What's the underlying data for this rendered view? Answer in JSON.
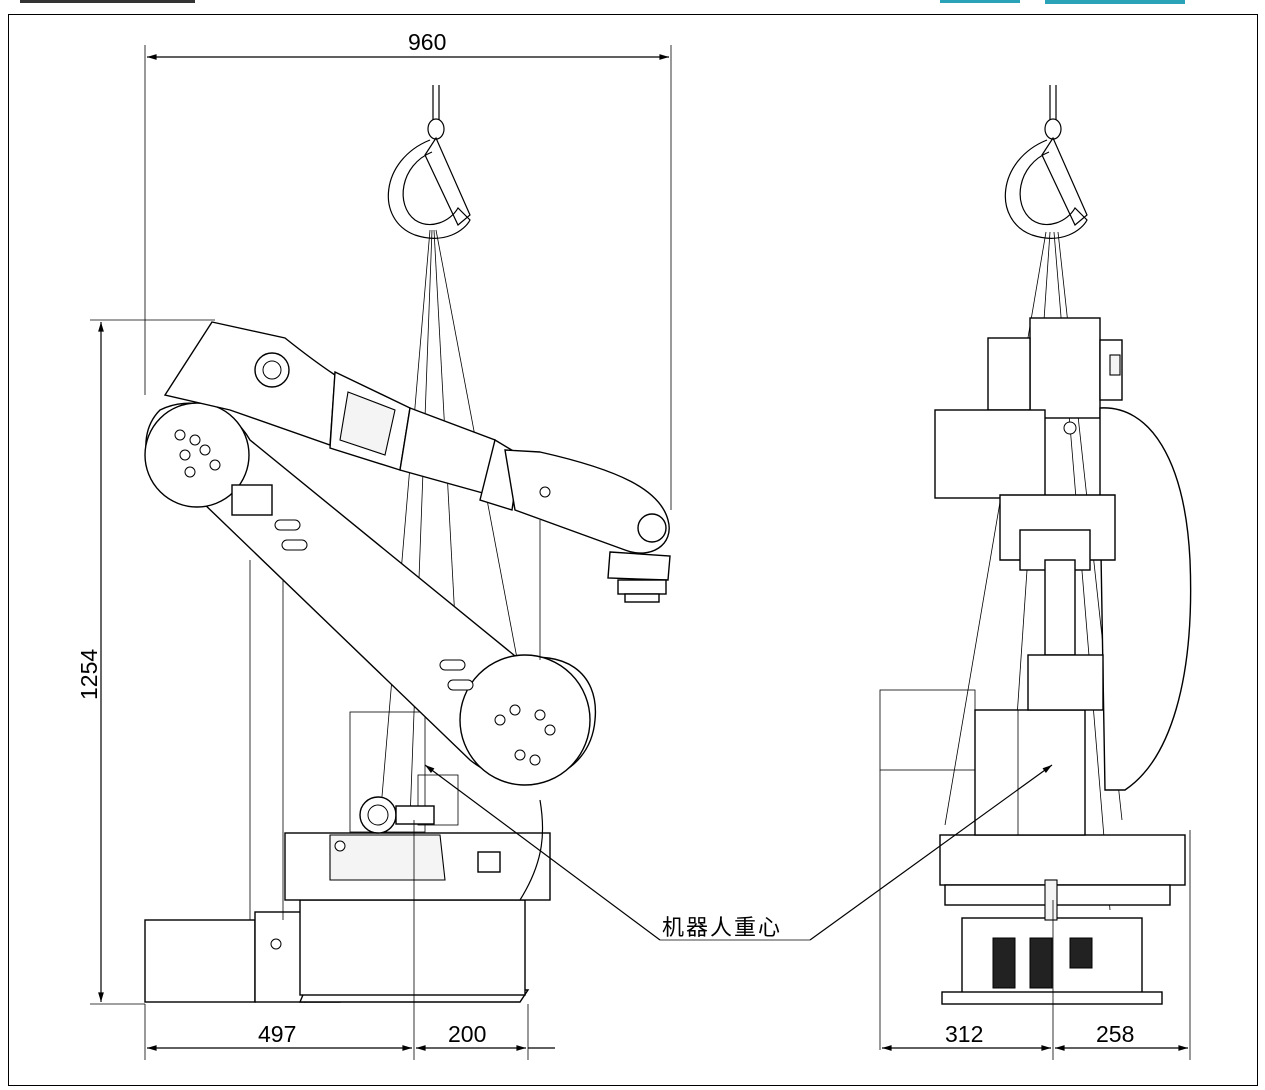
{
  "dimensions": {
    "top_width": "960",
    "height": "1254",
    "base_left": "497",
    "base_right": "200",
    "side_left": "312",
    "side_right": "258"
  },
  "labels": {
    "center_of_gravity": "机器人重心"
  },
  "colors": {
    "line": "#000000",
    "background": "#ffffff",
    "top_strip_accent": "#2aa3b8"
  }
}
